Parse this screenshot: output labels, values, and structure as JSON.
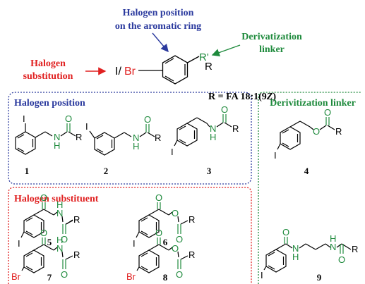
{
  "colors": {
    "blue": "#2b3a9e",
    "green": "#1e8a3c",
    "red": "#e02020",
    "black": "#000000"
  },
  "header": {
    "position_title_line1": "Halogen position",
    "position_title_line2": "on the aromatic ring",
    "linker_title_line1": "Derivatization",
    "linker_title_line2": "linker",
    "substitution_line1": "Halogen",
    "substitution_line2": "substitution",
    "halogen_prefix_i": "I/",
    "halogen_prefix_br": "Br",
    "linker_atom": "R'",
    "r_atom": "R",
    "r_definition_prefix": "R = FA 18:1(9",
    "r_definition_z": "Z",
    "r_definition_suffix": ")"
  },
  "panels": {
    "position": {
      "title": "Halogen position"
    },
    "linker": {
      "title": "Derivitization linker"
    },
    "substituent": {
      "title": "Halogen substituent"
    }
  },
  "atoms": {
    "I": "I",
    "Br": "Br",
    "O": "O",
    "N": "N",
    "H": "H",
    "R": "R"
  },
  "compounds": [
    {
      "number": "1"
    },
    {
      "number": "2"
    },
    {
      "number": "3"
    },
    {
      "number": "4"
    },
    {
      "number": "5"
    },
    {
      "number": "6"
    },
    {
      "number": "7"
    },
    {
      "number": "8"
    },
    {
      "number": "9"
    }
  ]
}
